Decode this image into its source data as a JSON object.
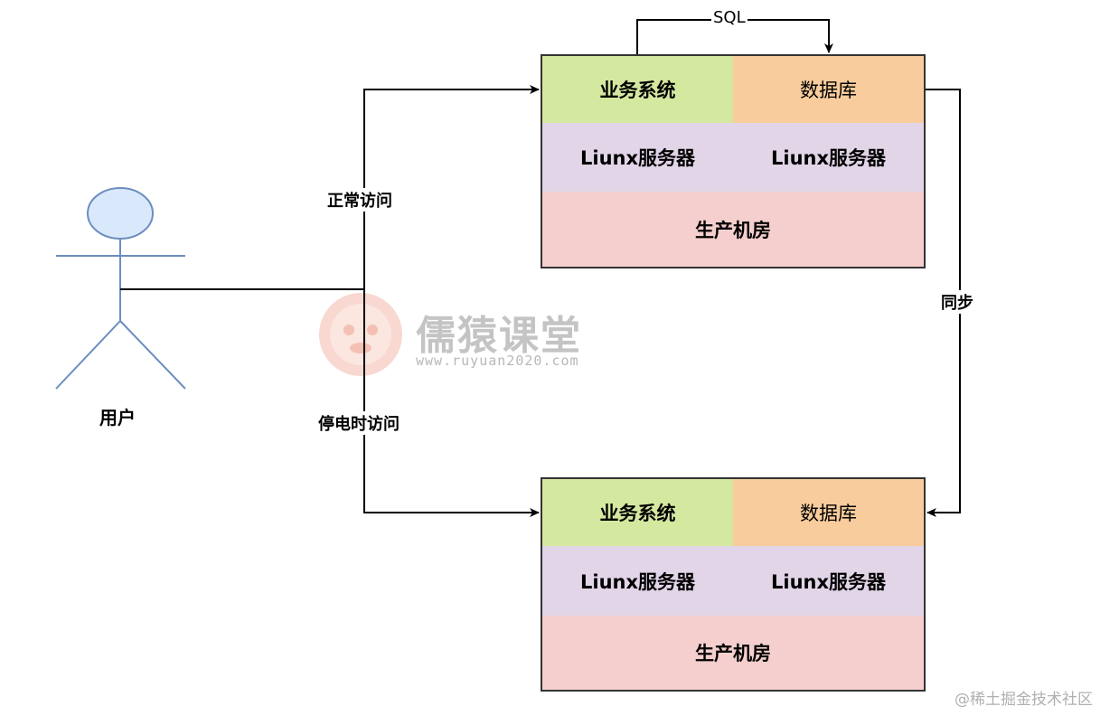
{
  "user": {
    "label": "用户"
  },
  "edges": {
    "normal_access": "正常访问",
    "outage_access": "停电时访问",
    "sync": "同步",
    "sql": "SQL"
  },
  "primary_site": {
    "business": "业务系统",
    "database": "数据库",
    "server_left": "Liunx服务器",
    "server_right": "Liunx服务器",
    "room": "生产机房"
  },
  "backup_site": {
    "business": "业务系统",
    "database": "数据库",
    "server_left": "Liunx服务器",
    "server_right": "Liunx服务器",
    "room": "生产机房"
  },
  "watermark": {
    "title": "儒猿课堂",
    "url": "www.ruyuan2020.com"
  },
  "credit": "@稀土掘金技术社区",
  "colors": {
    "business": "#d5e8a0",
    "database": "#f9cc9d",
    "server": "#e1d5e7",
    "room": "#f5cfcd",
    "actor_head": "#dae8fc",
    "actor_stroke": "#6c8ebf"
  }
}
